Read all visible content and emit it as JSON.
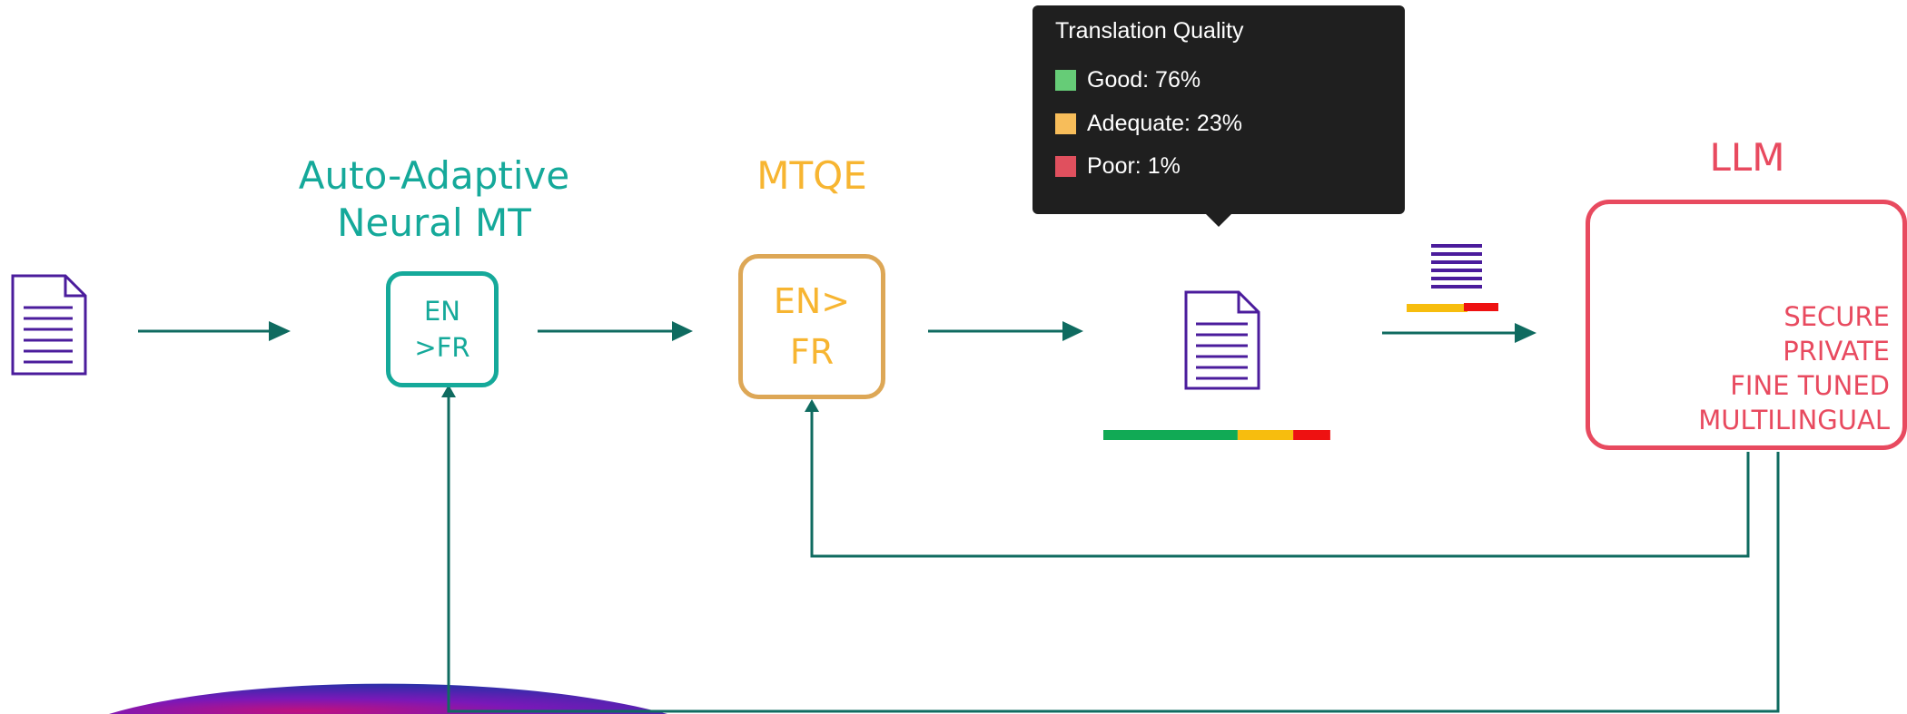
{
  "colors": {
    "teal": "#15a99a",
    "arrow": "#0f6b60",
    "gold": "#f7b531",
    "gold_border": "#dda756",
    "red": "#e84a5f",
    "doc_purple": "#4b1c9c",
    "good": "#66cc77",
    "adequate": "#f7bd5a",
    "poor": "#e0505e",
    "tooltip_bg": "#1f1f1f"
  },
  "nodes": {
    "neural_mt": {
      "title_line1": "Auto-Adaptive",
      "title_line2": "Neural MT",
      "box_line1": "EN",
      "box_line2": ">FR"
    },
    "mtqe": {
      "title": "MTQE",
      "box_line1": "EN>",
      "box_line2": "FR"
    },
    "llm": {
      "title": "LLM",
      "features": [
        "SECURE",
        "PRIVATE",
        "FINE TUNED",
        "MULTILINGUAL"
      ]
    }
  },
  "tooltip": {
    "title": "Translation Quality",
    "items": [
      {
        "label": "Good: 76%",
        "color": "#66cc77"
      },
      {
        "label": "Adequate: 23%",
        "color": "#f7bd5a"
      },
      {
        "label": "Poor: 1%",
        "color": "#e0505e"
      }
    ]
  },
  "quality_bar": {
    "good": 0.58,
    "adequate": 0.24,
    "poor": 0.16
  },
  "icons": [
    "document-icon-source",
    "document-icon-translated",
    "stacked-lines-icon"
  ]
}
